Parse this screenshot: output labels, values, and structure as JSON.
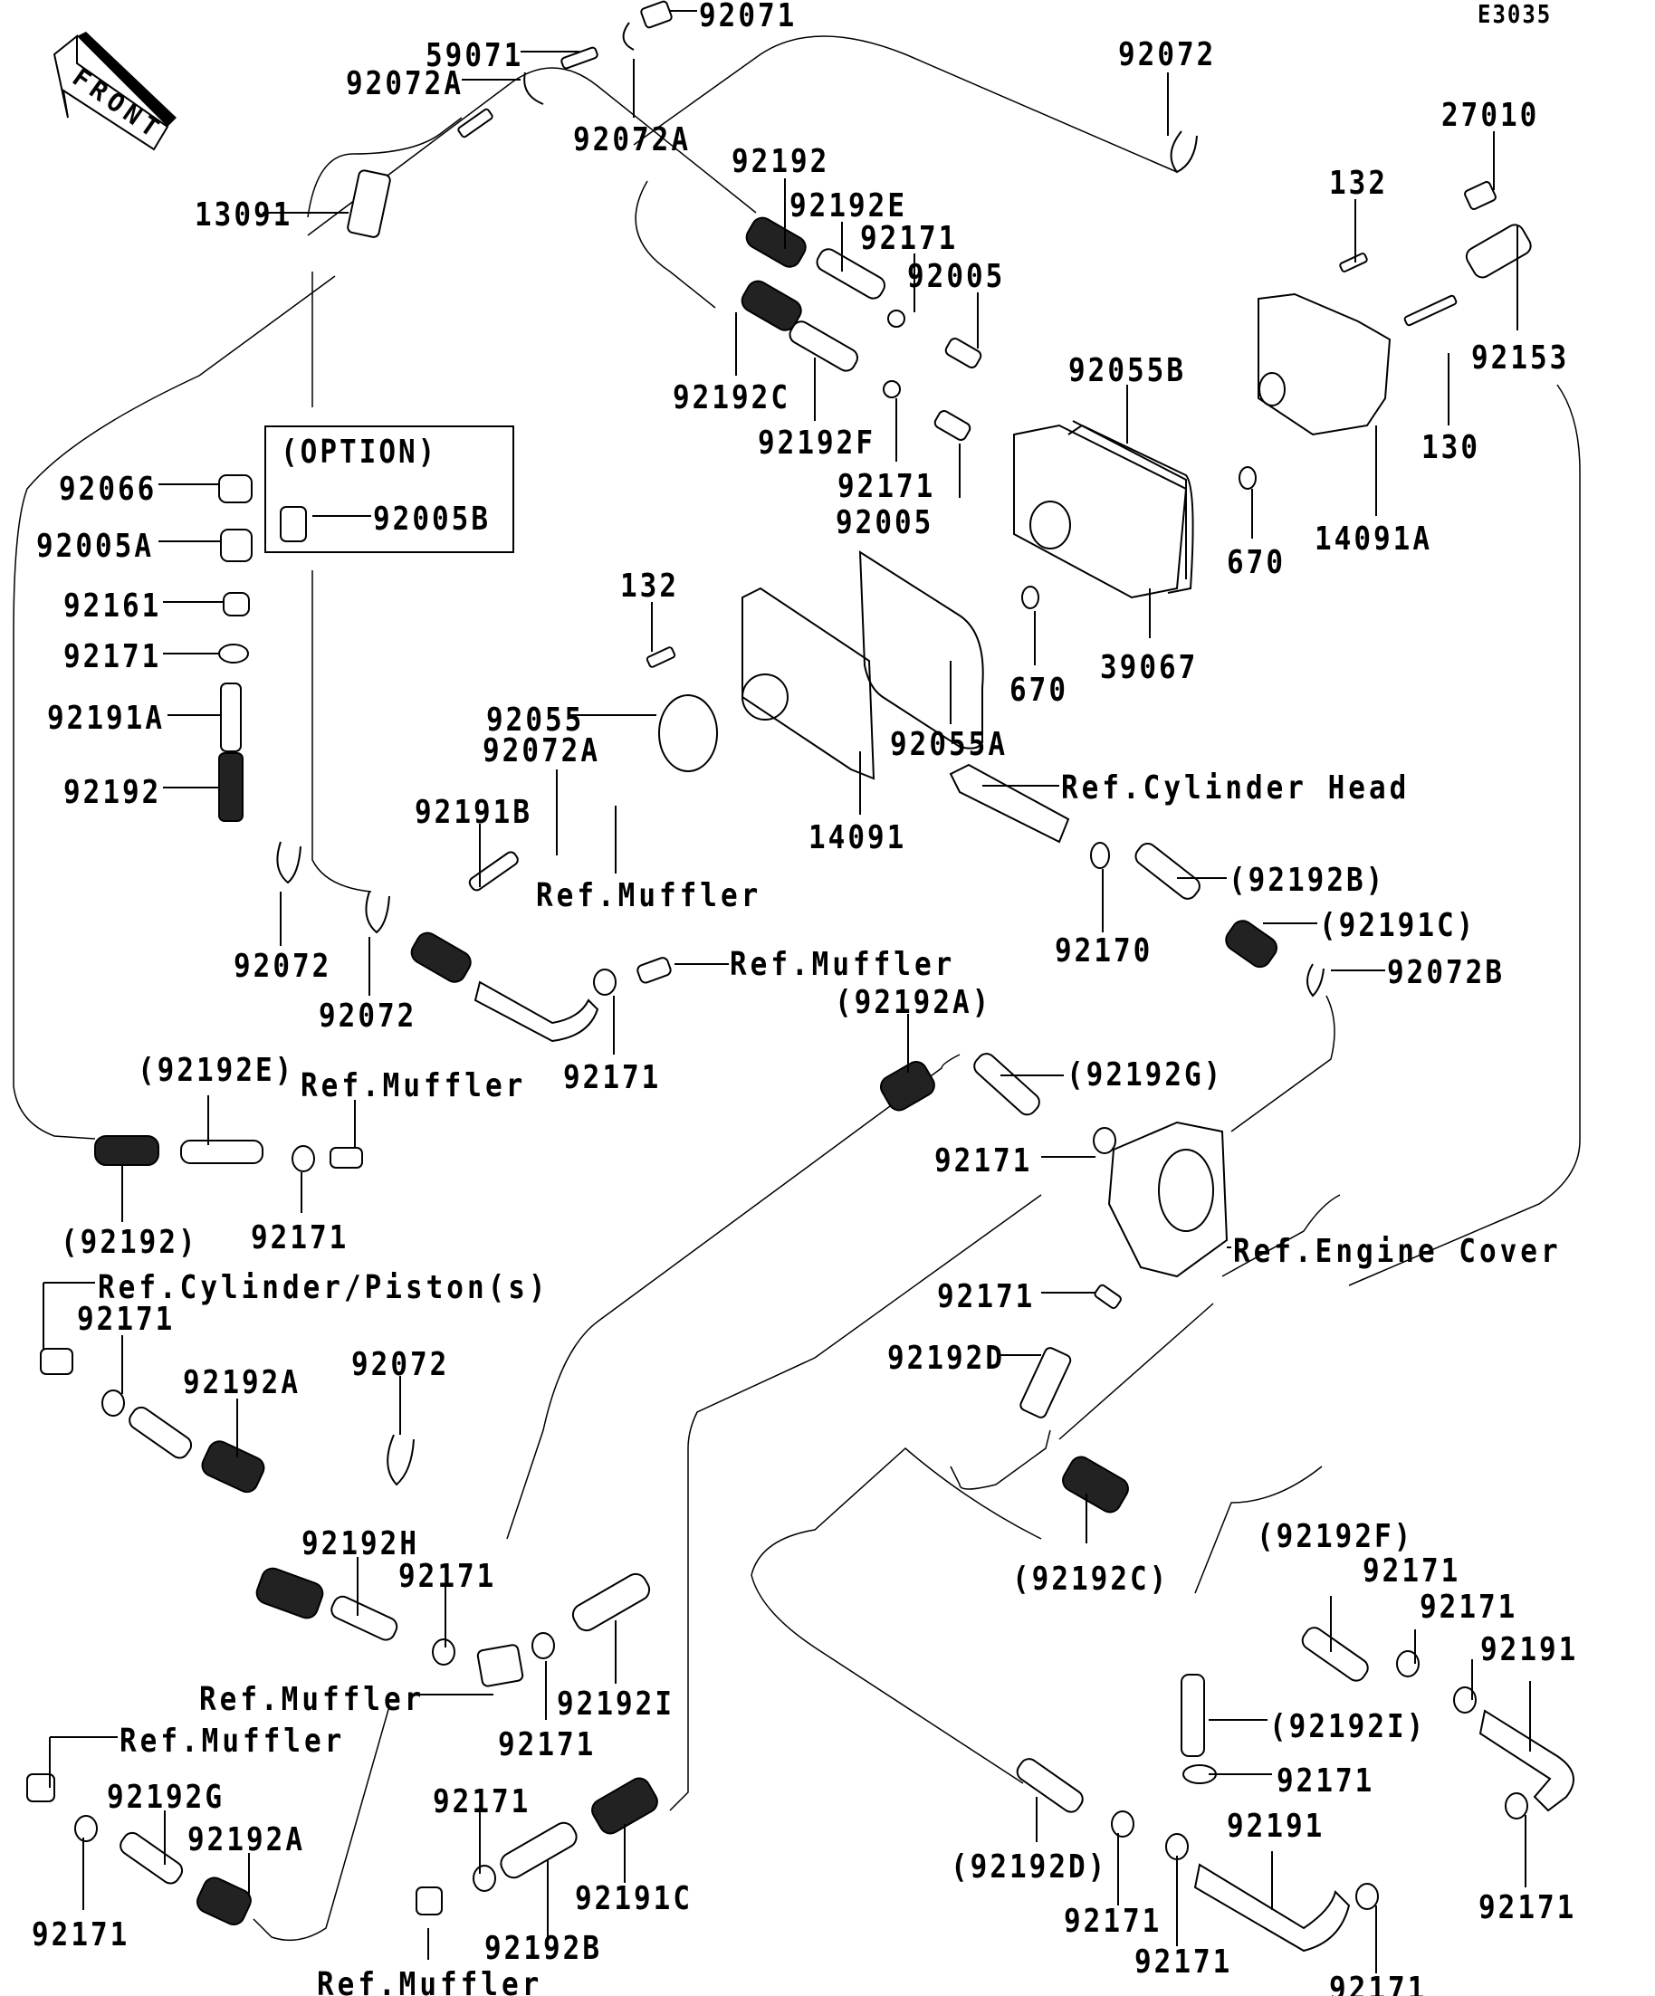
{
  "diagram": {
    "code": "E3035",
    "front_arrow": "FRONT",
    "option_box_title": "(OPTION)",
    "colors": {
      "ink": "#000000",
      "background": "#ffffff"
    },
    "labels": [
      {
        "id": "l01",
        "text": "92071"
      },
      {
        "id": "l02",
        "text": "59071"
      },
      {
        "id": "l03",
        "text": "92072A"
      },
      {
        "id": "l04",
        "text": "92072A"
      },
      {
        "id": "l05",
        "text": "13091"
      },
      {
        "id": "l06",
        "text": "92072"
      },
      {
        "id": "l07",
        "text": "27010"
      },
      {
        "id": "l08",
        "text": "132"
      },
      {
        "id": "l09",
        "text": "92153"
      },
      {
        "id": "l10",
        "text": "130"
      },
      {
        "id": "l11",
        "text": "14091A"
      },
      {
        "id": "l12",
        "text": "92192"
      },
      {
        "id": "l13",
        "text": "92192E"
      },
      {
        "id": "l14",
        "text": "92171"
      },
      {
        "id": "l15",
        "text": "92005"
      },
      {
        "id": "l16",
        "text": "92192C"
      },
      {
        "id": "l17",
        "text": "92192F"
      },
      {
        "id": "l18",
        "text": "92171"
      },
      {
        "id": "l19",
        "text": "92005"
      },
      {
        "id": "l20",
        "text": "92055B"
      },
      {
        "id": "l21",
        "text": "670"
      },
      {
        "id": "l22",
        "text": "670"
      },
      {
        "id": "l23",
        "text": "39067"
      },
      {
        "id": "l24",
        "text": "92066"
      },
      {
        "id": "l25",
        "text": "92005B"
      },
      {
        "id": "l26",
        "text": "92005A"
      },
      {
        "id": "l27",
        "text": "92161"
      },
      {
        "id": "l28",
        "text": "92171"
      },
      {
        "id": "l29",
        "text": "92191A"
      },
      {
        "id": "l30",
        "text": "92192"
      },
      {
        "id": "l31",
        "text": "132"
      },
      {
        "id": "l32",
        "text": "92055"
      },
      {
        "id": "l33",
        "text": "92072A"
      },
      {
        "id": "l34",
        "text": "92055A"
      },
      {
        "id": "l35",
        "text": "14091"
      },
      {
        "id": "l36",
        "text": "92191B"
      },
      {
        "id": "l37",
        "text": "Ref.Muffler"
      },
      {
        "id": "l38",
        "text": "Ref.Cylinder Head"
      },
      {
        "id": "l39",
        "text": "92170"
      },
      {
        "id": "l40",
        "text": "(92192B)"
      },
      {
        "id": "l41",
        "text": "(92191C)"
      },
      {
        "id": "l42",
        "text": "92072B"
      },
      {
        "id": "l43",
        "text": "92072"
      },
      {
        "id": "l44",
        "text": "92072"
      },
      {
        "id": "l45",
        "text": "Ref.Muffler"
      },
      {
        "id": "l46",
        "text": "92171"
      },
      {
        "id": "l47",
        "text": "(92192A)"
      },
      {
        "id": "l48",
        "text": "(92192G)"
      },
      {
        "id": "l49",
        "text": "92171"
      },
      {
        "id": "l50",
        "text": "(92192E)"
      },
      {
        "id": "l51",
        "text": "Ref.Muffler"
      },
      {
        "id": "l52",
        "text": "(92192)"
      },
      {
        "id": "l53",
        "text": "92171"
      },
      {
        "id": "l54",
        "text": "Ref.Engine Cover"
      },
      {
        "id": "l55",
        "text": "92171"
      },
      {
        "id": "l56",
        "text": "92192D"
      },
      {
        "id": "l57",
        "text": "Ref.Cylinder/Piston(s)"
      },
      {
        "id": "l58",
        "text": "92171"
      },
      {
        "id": "l59",
        "text": "92192A"
      },
      {
        "id": "l60",
        "text": "92072"
      },
      {
        "id": "l61",
        "text": "92192H"
      },
      {
        "id": "l62",
        "text": "92171"
      },
      {
        "id": "l63",
        "text": "Ref.Muffler"
      },
      {
        "id": "l64",
        "text": "92171"
      },
      {
        "id": "l65",
        "text": "92192I"
      },
      {
        "id": "l66",
        "text": "Ref.Muffler"
      },
      {
        "id": "l67",
        "text": "92192G"
      },
      {
        "id": "l68",
        "text": "92192A"
      },
      {
        "id": "l69",
        "text": "92171"
      },
      {
        "id": "l70",
        "text": "92171"
      },
      {
        "id": "l71",
        "text": "92191C"
      },
      {
        "id": "l72",
        "text": "92192B"
      },
      {
        "id": "l73",
        "text": "Ref.Muffler"
      },
      {
        "id": "l74",
        "text": "(92192C)"
      },
      {
        "id": "l75",
        "text": "(92192F)"
      },
      {
        "id": "l76",
        "text": "92171"
      },
      {
        "id": "l77",
        "text": "92171"
      },
      {
        "id": "l78",
        "text": "92191"
      },
      {
        "id": "l79",
        "text": "(92192I)"
      },
      {
        "id": "l80",
        "text": "92171"
      },
      {
        "id": "l81",
        "text": "92191"
      },
      {
        "id": "l82",
        "text": "(92192D)"
      },
      {
        "id": "l83",
        "text": "92171"
      },
      {
        "id": "l84",
        "text": "92171"
      },
      {
        "id": "l85",
        "text": "92171"
      },
      {
        "id": "l86",
        "text": "92171"
      }
    ]
  }
}
